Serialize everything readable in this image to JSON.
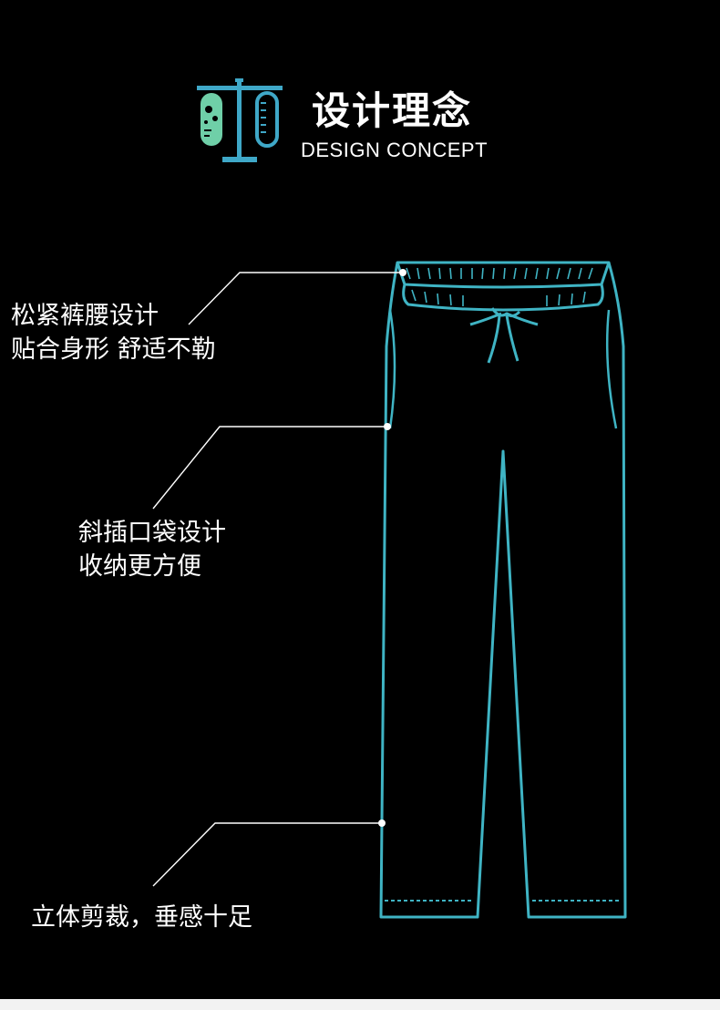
{
  "header": {
    "title_cn": "设计理念",
    "title_en": "DESIGN CONCEPT",
    "icon": "lab-tubes-icon"
  },
  "callouts": [
    {
      "lines": [
        "松紧裤腰设计",
        "贴合身形 舒适不勒"
      ]
    },
    {
      "lines": [
        "斜插口袋设计",
        "收纳更方便"
      ]
    },
    {
      "lines": [
        "立体剪裁，垂感十足"
      ]
    }
  ],
  "colors": {
    "background": "#000000",
    "garment_outline": "#3fb4c4",
    "text": "#ffffff",
    "icon_green": "#6fcfa8",
    "icon_blue": "#3fa8c8"
  },
  "illustration": "pants-icon"
}
